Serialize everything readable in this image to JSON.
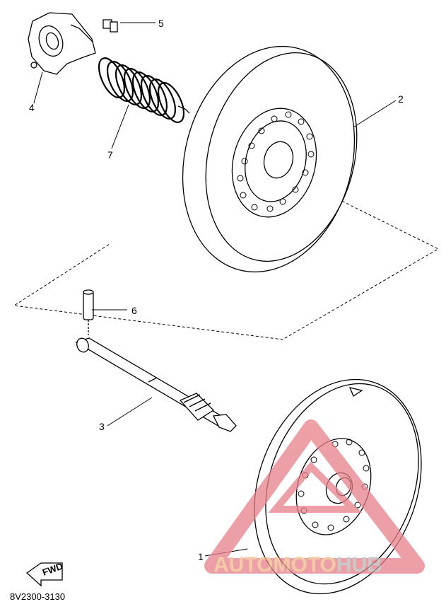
{
  "callouts": [
    {
      "id": "1",
      "label": "1"
    },
    {
      "id": "2",
      "label": "2"
    },
    {
      "id": "3",
      "label": "3"
    },
    {
      "id": "4",
      "label": "4"
    },
    {
      "id": "5",
      "label": "5"
    },
    {
      "id": "6",
      "label": "6"
    },
    {
      "id": "7",
      "label": "7"
    }
  ],
  "fwd_label": "FWD",
  "part_number": "8V2300-3130",
  "watermark": {
    "part1": "AUTOMOTO",
    "part2": "HUB",
    "color_primary": "#f0b98a",
    "color_secondary": "#b9b9b9",
    "triangle_color": "#e8808a"
  },
  "line_color": "#000000"
}
